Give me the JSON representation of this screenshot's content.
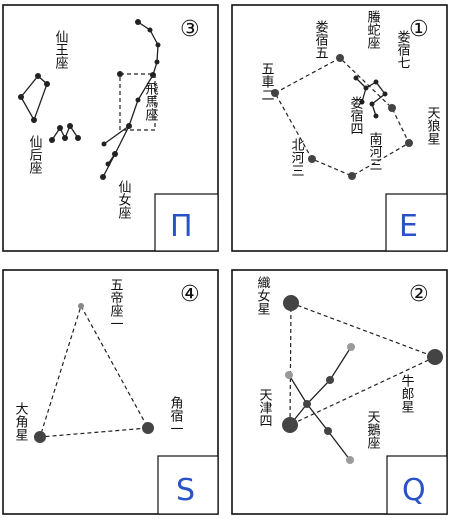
{
  "panels": [
    {
      "id": "panel-1",
      "number": "①",
      "answer": "E",
      "labels": [
        "娄宿七",
        "螣蛇座",
        "娄宿五",
        "娄宿四",
        "五車二",
        "天狼星",
        "南河三",
        "北河三"
      ]
    },
    {
      "id": "panel-2",
      "number": "②",
      "answer": "Q",
      "labels": [
        "織女星",
        "牛郎星",
        "天津四",
        "天鵝座"
      ]
    },
    {
      "id": "panel-3",
      "number": "③",
      "answer": "Π",
      "labels": [
        "仙王座",
        "仙后座",
        "飛馬座",
        "仙女座"
      ]
    },
    {
      "id": "panel-4",
      "number": "④",
      "answer": "S",
      "labels": [
        "五帝座一",
        "角宿一",
        "大角星"
      ]
    }
  ],
  "colors": {
    "ink": "#111111",
    "handwriting": "#2a52c8",
    "star_dark": "#444444",
    "star_light": "#9a9a9a"
  }
}
